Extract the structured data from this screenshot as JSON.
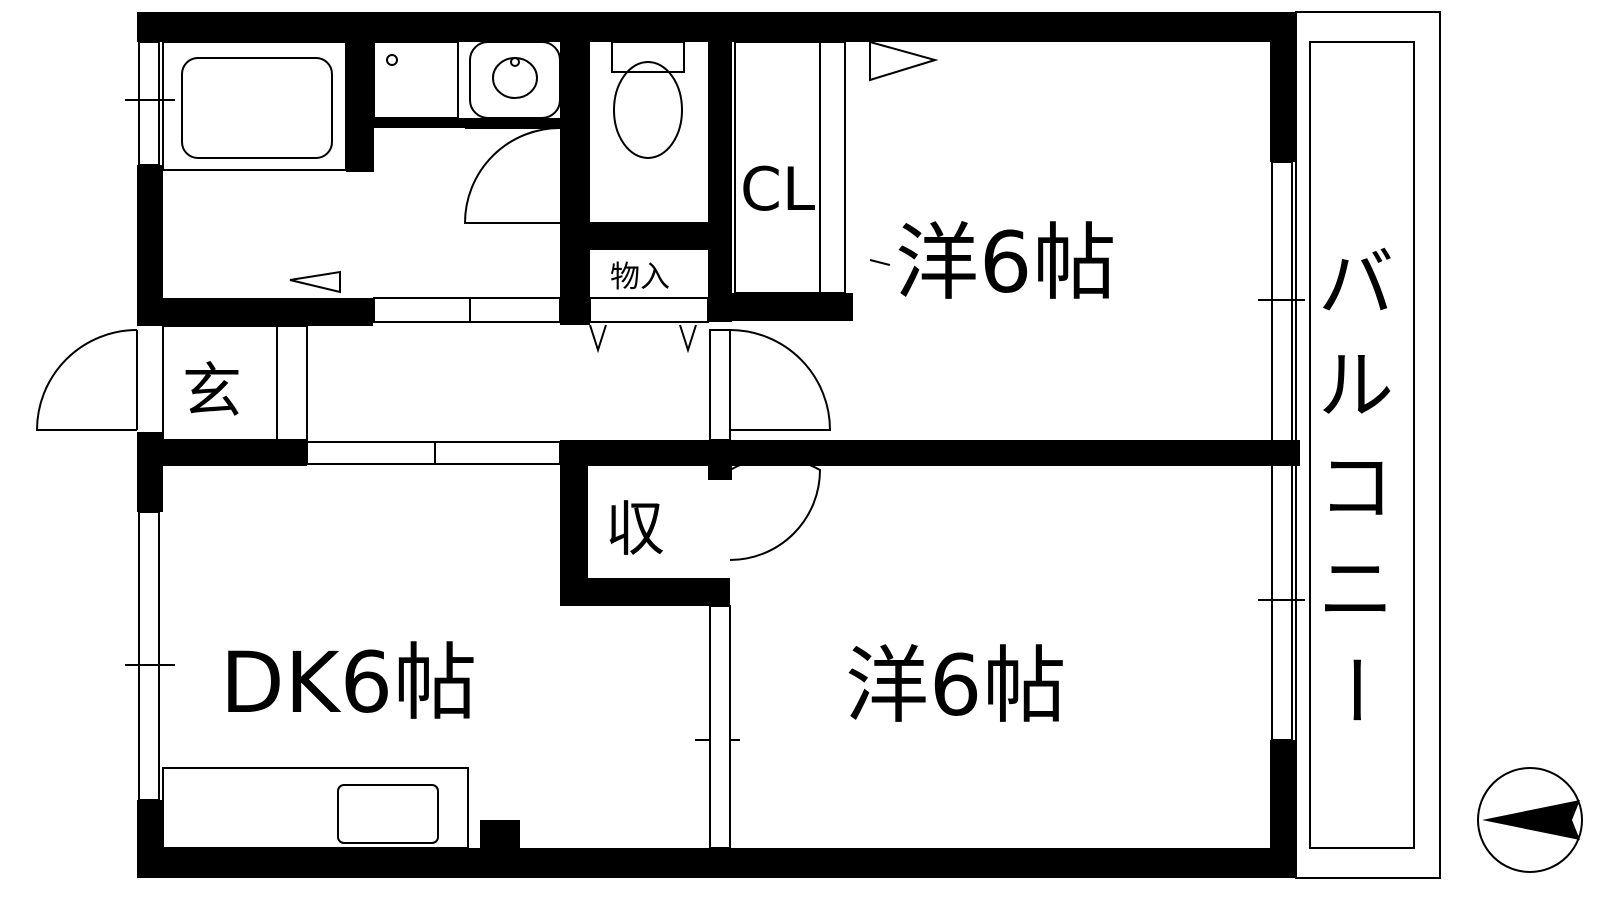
{
  "rooms": {
    "western_north": "洋6帖",
    "western_south": "洋6帖",
    "dk": "DK6帖",
    "closet_cl": "CL",
    "storage_monoire": "物入",
    "entrance": "玄",
    "storage_shu": "収"
  },
  "balcony_chars": [
    "バ",
    "ル",
    "コ",
    "ニ",
    "ー"
  ],
  "colors": {
    "wall": "#000000",
    "background": "#ffffff"
  },
  "icons": {
    "compass": "north-arrow-icon"
  }
}
